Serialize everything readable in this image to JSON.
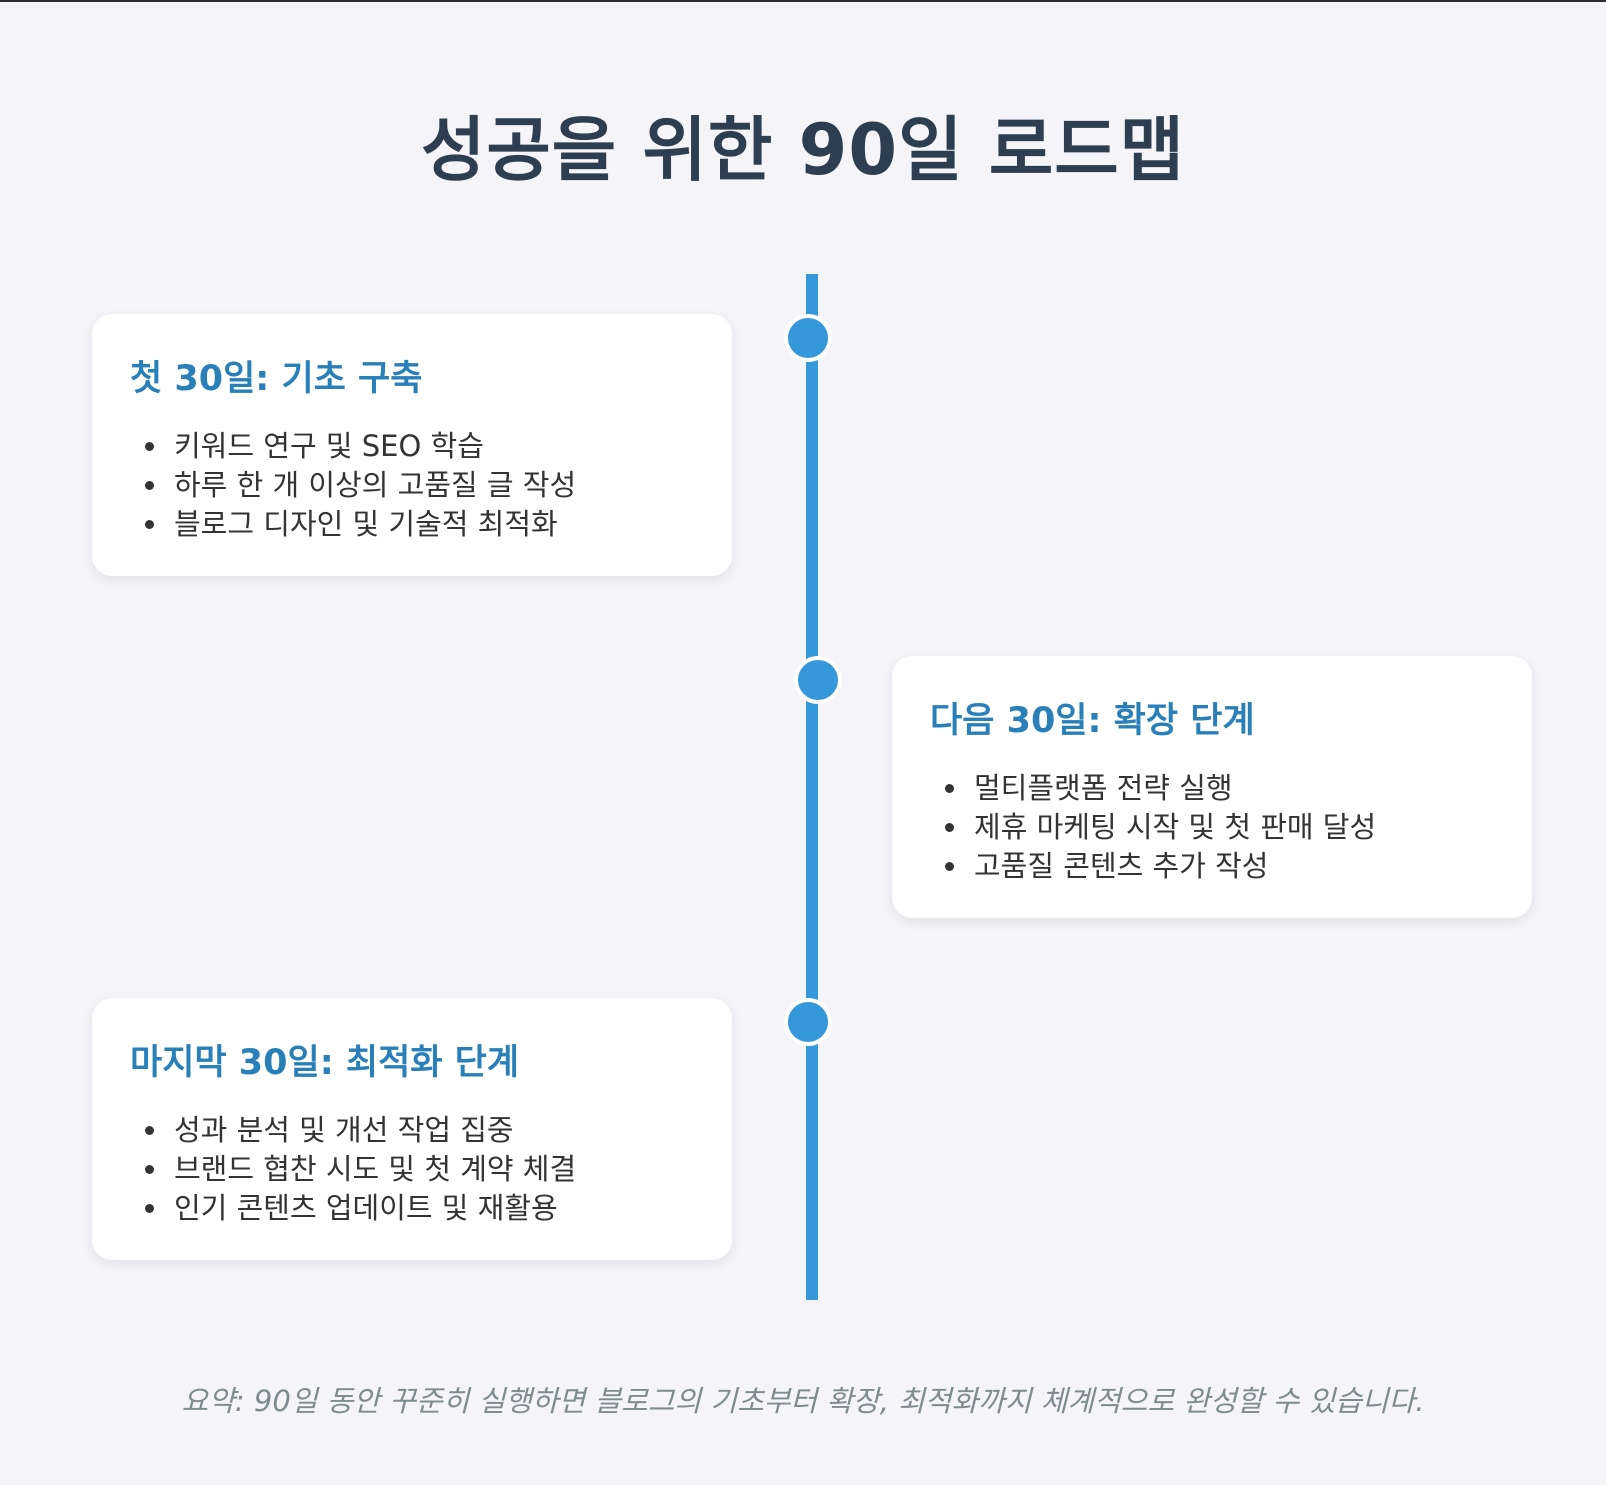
{
  "title": "성공을 위한 90일 로드맵",
  "phases": [
    {
      "title": "첫 30일: 기초 구축",
      "items": [
        "키워드 연구 및 SEO 학습",
        "하루 한 개 이상의 고품질 글 작성",
        "블로그 디자인 및 기술적 최적화"
      ]
    },
    {
      "title": "다음 30일: 확장 단계",
      "items": [
        "멀티플랫폼 전략 실행",
        "제휴 마케팅 시작 및 첫 판매 달성",
        "고품질 콘텐츠 추가 작성"
      ]
    },
    {
      "title": "마지막 30일: 최적화 단계",
      "items": [
        "성과 분석 및 개선 작업 집중",
        "브랜드 협찬 시도 및 첫 계약 체결",
        "인기 콘텐츠 업데이트 및 재활용"
      ]
    }
  ],
  "summary": "요약: 90일 동안 꾸준히 실행하면 블로그의 기초부터 확장, 최적화까지 체계적으로 완성할 수 있습니다.",
  "colors": {
    "accent": "#3498db",
    "card_title": "#2980b9",
    "title": "#2c3e50",
    "background": "#f4f4f9"
  }
}
